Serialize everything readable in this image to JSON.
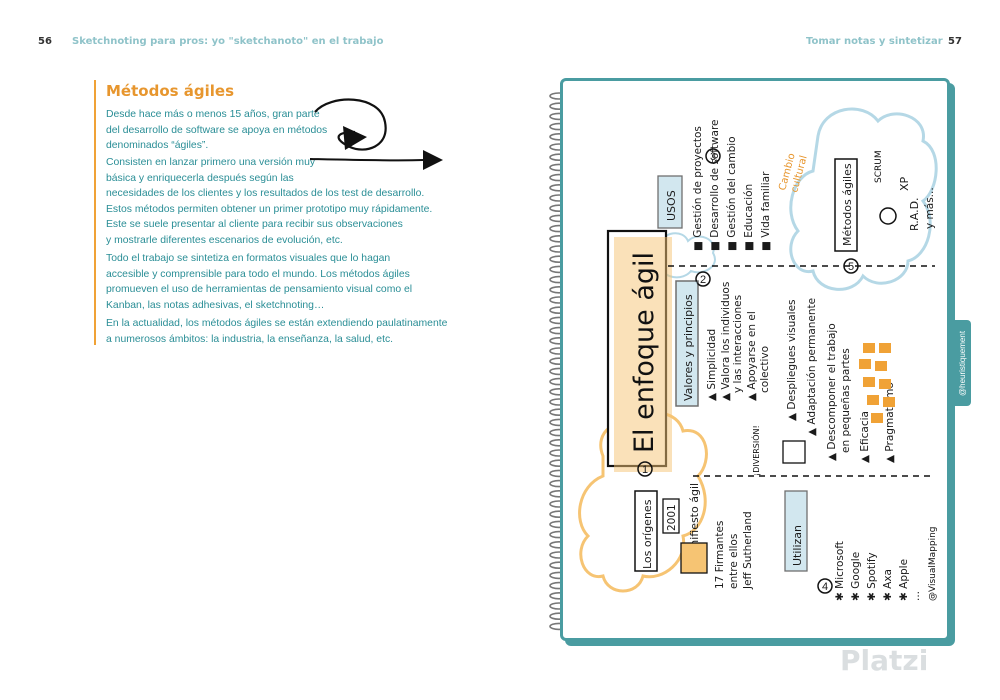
{
  "header": {
    "left_page_number": "56",
    "left_title": "Sketchnoting para pros: yo \"sketchanoto\" en el trabajo",
    "right_title": "Tomar notas y sintetizar",
    "right_page_number": "57"
  },
  "article": {
    "title": "Métodos ágiles",
    "paragraphs": [
      [
        "Desde hace más o menos 15 años, gran parte",
        "del desarrollo de software se apoya en métodos",
        "denominados “ágiles”."
      ],
      [
        "Consisten en lanzar primero una versión muy",
        "básica y enriquecerla después según las",
        "necesidades de los clientes y los resultados de los test de desarrollo.",
        "Estos métodos permiten obtener un primer prototipo muy rápidamente.",
        "Este se suele presentar al cliente para recibir sus observaciones",
        "y mostrarle diferentes escenarios de evolución, etc."
      ],
      [
        "Todo el trabajo se sintetiza en formatos visuales que lo hagan",
        "accesible y comprensible para todo el mundo. Los métodos ágiles",
        "promueven el uso de herramientas de pensamiento visual como el",
        "Kanban, las notas adhesivas, el sketchnoting…"
      ],
      [
        "En la actualidad, los métodos ágiles se están extendiendo paulatinamente",
        "a numerosos ámbitos: la industria, la enseñanza, la salud, etc."
      ]
    ]
  },
  "sketch": {
    "tab_label": "@heuristiquement",
    "banner_title": "El enfoque ágil",
    "origins": {
      "number": "1",
      "heading": "Los orígenes",
      "year": "2001",
      "manifesto": "Manifiesto ágil",
      "signers": [
        "17 Firmantes",
        "entre ellos",
        "Jeff Sutherland"
      ]
    },
    "values": {
      "number": "2",
      "heading": "Valores y principios",
      "items": [
        "▲ Simplicidad",
        "▲ Valora los individuos",
        "y las interacciones",
        "▲ Apoyarse en el",
        "colectivo",
        "▲ Despliegues visuales",
        "▲ Adaptación permanente",
        "▲ Descomponer el trabajo",
        "en pequeñas partes",
        "▲ Eficacia",
        "▲ Pragmatismo"
      ],
      "diversion": "¡DIVERSIÓN!"
    },
    "uses": {
      "number": "3",
      "heading": "USOS",
      "items": [
        "■ Gestión de proyectos",
        "■ Desarrollo de software",
        "■ Gestión del cambio",
        "■ Educación",
        "■ Vida familiar"
      ],
      "cloud": [
        "Cambio",
        "cultural"
      ]
    },
    "users": {
      "number": "4",
      "heading": "Utilizan",
      "items": [
        "✱ Microsoft",
        "✱ Google",
        "✱ Spotify",
        "✱ Axa",
        "✱ Apple",
        "..."
      ],
      "credit": "@VisualMapping"
    },
    "methods": {
      "number": "5",
      "heading": "Métodos ágiles",
      "items": [
        "SCRUM",
        "XP",
        "R.A.D.",
        "y más..."
      ]
    }
  },
  "watermark": "Platzi",
  "colors": {
    "teal": "#4a9ca1",
    "text_teal": "#2a8e96",
    "orange": "#e7962e",
    "postit": "#f0a236",
    "cloud_orange": "#f6c473",
    "cloud_blue": "#b5d8e6"
  }
}
